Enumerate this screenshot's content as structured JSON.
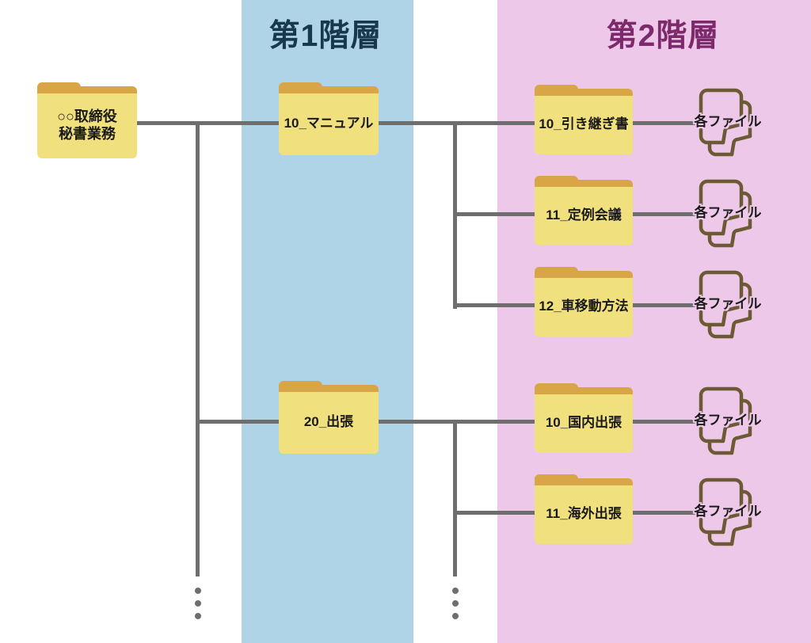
{
  "columns": {
    "level1": {
      "title": "第1階層"
    },
    "level2": {
      "title": "第2階層"
    }
  },
  "root_folder": {
    "label_line1": "○○取締役",
    "label_line2": "秘書業務"
  },
  "level1_folders": [
    {
      "label": "10_マニュアル"
    },
    {
      "label": "20_出張"
    }
  ],
  "level2_folders": [
    {
      "label": "10_引き継ぎ書"
    },
    {
      "label": "11_定例会議"
    },
    {
      "label": "12_車移動方法"
    },
    {
      "label": "10_国内出張"
    },
    {
      "label": "11_海外出張"
    }
  ],
  "files_label": "各ファイル",
  "icons": {
    "files_icon": "stacked-documents-icon",
    "continuation": "vertical-ellipsis-dots"
  },
  "colors": {
    "band-blue": "#afd4e8",
    "band-pink": "#edc8e8",
    "title-navy": "#17384d",
    "title-purple": "#7c2a6b",
    "folder-body": "#f1e17e",
    "folder-tab": "#d9a647",
    "connector-gray": "#6e6e6e",
    "file-icon-brown": "#6b5a33",
    "label-black": "#1a1a1a"
  }
}
